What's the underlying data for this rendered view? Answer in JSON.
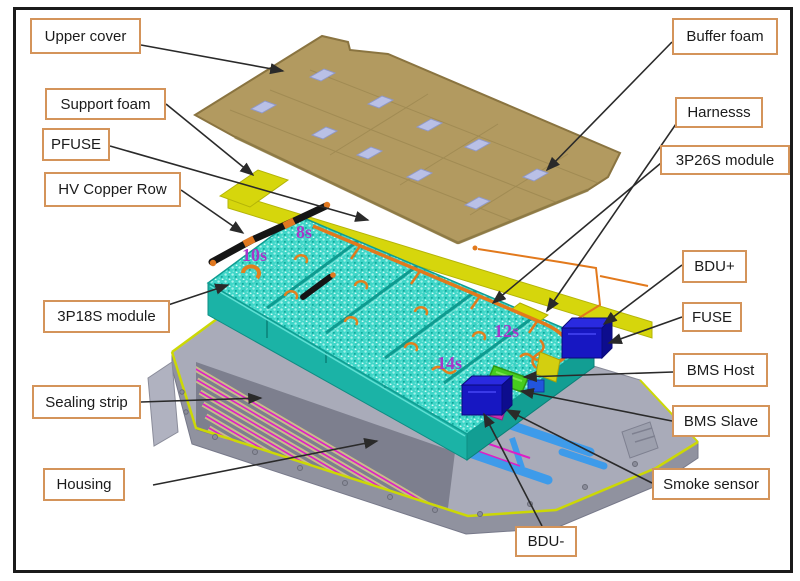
{
  "figure": {
    "description": "Exploded view diagram of an EV battery pack with callout labels",
    "colors": {
      "callout_border": "#d4945a",
      "callout_text": "#1b1b1b",
      "series_label": "#a637c9",
      "module_teal": "#3fd6c8",
      "cover_tan": "#b29a60",
      "buffer_pad_lavender": "#b9c0e6",
      "foam_yellow": "#d6d60c",
      "harness_orange": "#e2791c",
      "hv_cable_black": "#151515",
      "bdu_blue": "#1717c2",
      "bms_green": "#46cc1e",
      "smoke_magenta": "#cc2fb0",
      "tray_gray": "#a9abb9",
      "seal_rim_yellow": "#ccd805",
      "sealing_strip_magenta": "#dd1fc6",
      "coolant_blue": "#3e9bea",
      "arrow": "#2a2a2a"
    }
  },
  "callouts": {
    "upper_cover": {
      "text": "Upper cover"
    },
    "buffer_foam": {
      "text": "Buffer foam"
    },
    "support_foam": {
      "text": "Support foam"
    },
    "pfuse": {
      "text": "PFUSE"
    },
    "hv_copper_row": {
      "text": "HV Copper Row"
    },
    "harnesss": {
      "text": "Harnesss"
    },
    "module_3p26s": {
      "text": "3P26S module"
    },
    "module_3p18s": {
      "text": "3P18S module"
    },
    "bdu_plus": {
      "text": "BDU+"
    },
    "fuse": {
      "text": "FUSE"
    },
    "bms_host": {
      "text": "BMS Host"
    },
    "bms_slave": {
      "text": "BMS Slave"
    },
    "sealing_strip": {
      "text": "Sealing strip"
    },
    "smoke_sensor": {
      "text": "Smoke sensor"
    },
    "housing": {
      "text": "Housing"
    },
    "bdu_minus": {
      "text": "BDU-"
    }
  },
  "series_labels": {
    "s8": "8s",
    "s10": "10s",
    "s12": "12s",
    "s14": "14s"
  }
}
